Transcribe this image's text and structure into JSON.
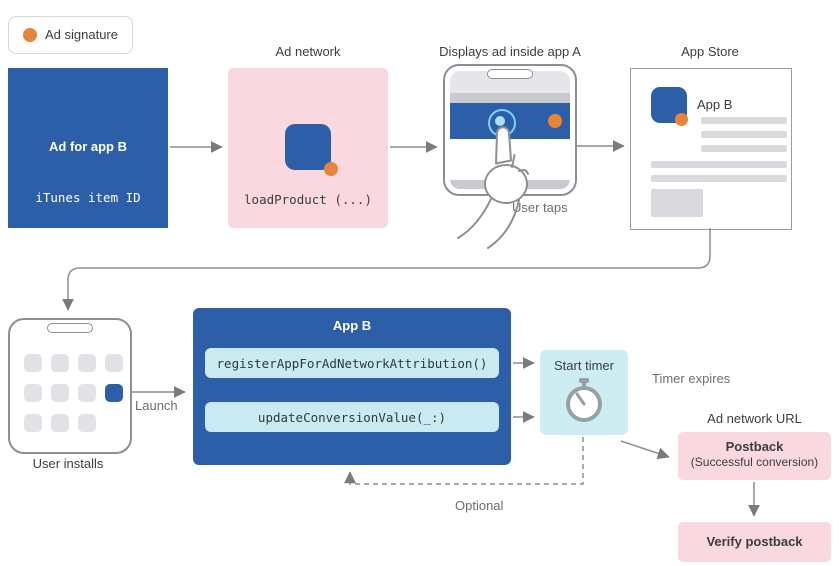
{
  "colors": {
    "blue": "#2d5fa8",
    "pink": "#f9d8df",
    "cyan": "#c9eaf1",
    "cyan_light": "#cdedf3",
    "orange": "#e8833a",
    "arrow": "#8e8e93"
  },
  "legend": {
    "label": "Ad signature"
  },
  "flow_top": {
    "ad_creative": {
      "title": "Ad for app B",
      "subtitle": "iTunes item ID"
    },
    "ad_network_label": "Ad network",
    "ad_network_code": "loadProduct (...)",
    "display_label": "Displays ad inside app A",
    "user_taps_label": "User taps",
    "app_store_label": "App Store",
    "app_store_app_name": "App B"
  },
  "flow_bottom": {
    "user_installs_label": "User installs",
    "launch_label": "Launch",
    "app_b": {
      "title": "App B",
      "code_lines": [
        "registerAppForAdNetworkAttribution()",
        "updateConversionValue(_:)"
      ]
    },
    "start_timer_label": "Start timer",
    "timer_expires_label": "Timer expires",
    "optional_label": "Optional",
    "ad_network_url_label": "Ad network URL",
    "postback": {
      "title": "Postback",
      "subtitle": "(Successful conversion)"
    },
    "verify_postback_label": "Verify postback"
  }
}
